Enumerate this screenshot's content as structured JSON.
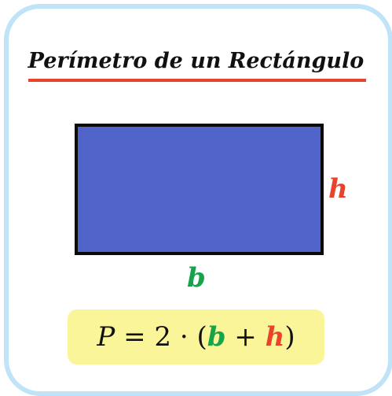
{
  "title": "Perímetro de un Rectángulo",
  "labels": {
    "height": "h",
    "base": "b"
  },
  "formula": {
    "lhs": "P",
    "equals": " = ",
    "coefficient": "2",
    "dot": " · ",
    "open_paren": "(",
    "b": "b",
    "plus": " + ",
    "h": "h",
    "close_paren": ")"
  },
  "colors": {
    "frame": "#bfe3f7",
    "title_underline": "#e8442b",
    "rectangle_fill": "#4f63c8",
    "rectangle_border": "#0a0a0a",
    "height_label": "#e8442b",
    "base_label": "#16a34a",
    "formula_background": "#fbf59a"
  }
}
